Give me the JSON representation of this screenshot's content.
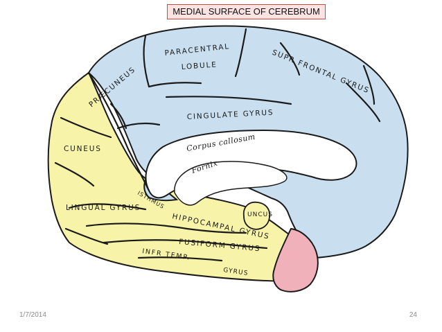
{
  "slide": {
    "title": "MEDIAL SURFACE OF CEREBRUM",
    "date": "1/7/2014",
    "page_number": "24"
  },
  "diagram": {
    "labels": {
      "paracentral": "PARACENTRAL",
      "lobule": "LOBULE",
      "supr_frontal": "SUPR FRONTAL GYRUS",
      "praecuneus": "PRÆCUNEUS",
      "cingulate": "CINGULATE GYRUS",
      "corpus_callosum": "Corpus callosum",
      "fornix": "Fornix",
      "cuneus": "CUNEUS",
      "isthmus": "ISTHMUS",
      "uncus": "UNCUS",
      "lingual": "LINGUAL GYRUS",
      "hippocampal": "HIPPOCAMPAL GYRUS",
      "fusiform": "FUSIFORM GYRUS",
      "inf_temp": "INFR TEMP.",
      "gyrus_end": "GYRUS"
    },
    "colors": {
      "blue_region": "#c9dff0",
      "yellow_region": "#f7f3a8",
      "pink_region": "#f1b1bb",
      "outline": "#1a1a1a",
      "title_fill": "#fbe3e2",
      "title_border": "#c94a43"
    }
  }
}
